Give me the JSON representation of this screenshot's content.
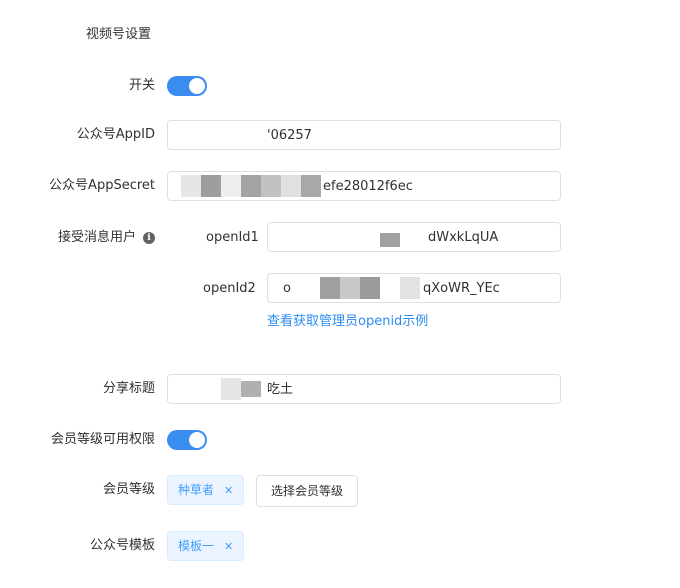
{
  "section_title": "视频号设置",
  "switch": {
    "label": "开关",
    "on": true
  },
  "appid": {
    "label": "公众号AppID",
    "value": "'06257"
  },
  "appsecret": {
    "label": "公众号AppSecret",
    "value": "efe28012f6ec"
  },
  "receivers": {
    "label": "接受消息用户",
    "info_icon": "info-icon",
    "openid1": {
      "label": "openId1",
      "value": "dWxkLqUA"
    },
    "openid2": {
      "label": "openId2",
      "value_prefix": "o",
      "value": "qXoWR_YEc"
    },
    "example_link": "查看获取管理员openid示例"
  },
  "share_title": {
    "label": "分享标题",
    "value": "吃土"
  },
  "member_level_permission": {
    "label": "会员等级可用权限",
    "on": true
  },
  "member_level": {
    "label": "会员等级",
    "tags": [
      "种草者"
    ],
    "select_button": "选择会员等级"
  },
  "template": {
    "label": "公众号模板",
    "tags": [
      "模板一"
    ]
  },
  "colors": {
    "accent": "#3b8cf0",
    "link": "#2d8cf0",
    "tag_bg": "#ecf5ff",
    "tag_text": "#409eff",
    "border": "#dcdfe6"
  }
}
